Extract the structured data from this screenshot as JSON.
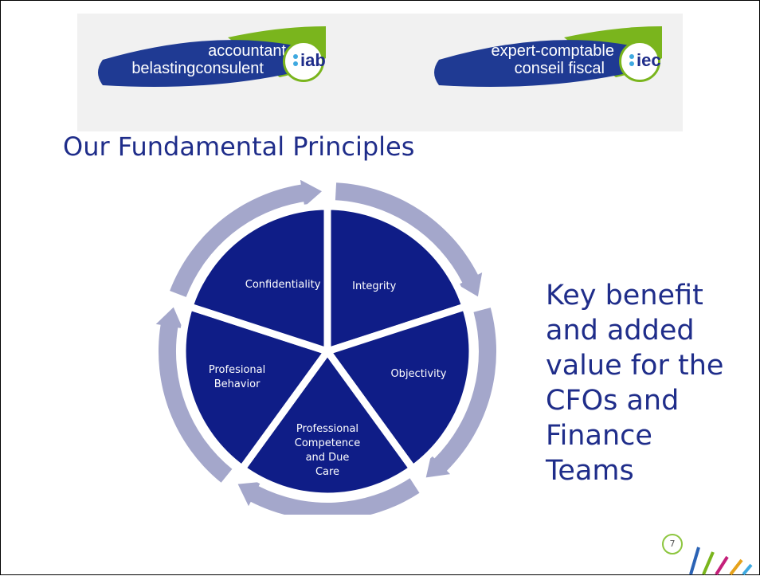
{
  "logos": {
    "iab": {
      "line1": "accountant",
      "line2": "belastingconsulent",
      "badge": "iab"
    },
    "iec": {
      "line1": "expert-comptable",
      "line2": "conseil fiscal",
      "badge": "iec"
    }
  },
  "title": "Our Fundamental Principles",
  "principles": [
    {
      "id": "integrity",
      "label": "Integrity"
    },
    {
      "id": "objectivity",
      "label": "Objectivity"
    },
    {
      "id": "competence",
      "label": "Professional\nCompetence\nand Due\nCare"
    },
    {
      "id": "behavior",
      "label": "Profesional\nBehavior"
    },
    {
      "id": "confidentiality",
      "label": "Confidentiality"
    }
  ],
  "benefit_text": "Key benefit\nand added\nvalue for the\nCFOs and\nFinance\nTeams",
  "page_number": "7",
  "colors": {
    "segment": "#0f1d87",
    "arrow": "#a4a7cb",
    "title": "#1f2d8a",
    "logo_blue": "#1f3a93",
    "logo_green": "#7ab51d"
  }
}
